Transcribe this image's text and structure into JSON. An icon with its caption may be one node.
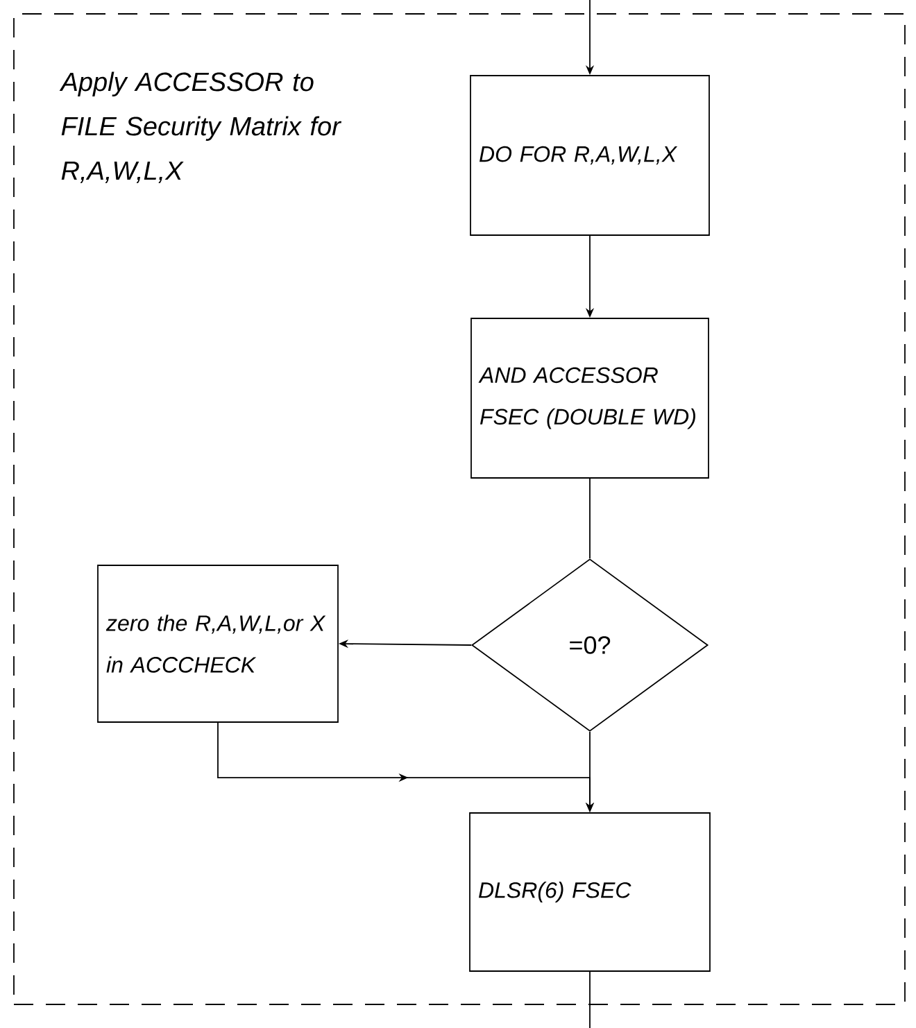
{
  "diagram": {
    "nodes": [
      {
        "text": [
          "Apply ACCESSOR to FILE Security Matrix for R,A,W,L,X"
        ]
      },
      {
        "text": [
          "DO FOR R,A,W,L,X"
        ],
        "in": 0
      },
      {
        "text": [
          "AND ACCESSOR FSEC (DOUBLE WD)"
        ],
        "in": 0
      },
      {
        "text": [
          "=0?"
        ],
        "in": 0
      },
      {
        "text": [
          "zero the R,A,W,L,or X in ACCCHECK"
        ],
        "in": 0
      },
      {
        "text": [
          "DLSR(6) FSEC"
        ],
        "in": 0
      }
    ],
    "edges": [
      {
        "from": null,
        "to": 1,
        "arrow": "to"
      },
      {
        "from": 1,
        "to": 2,
        "arrow": "to"
      },
      {
        "from": 2,
        "to": 3,
        "arrow": "none"
      },
      {
        "from": 3,
        "to": 4,
        "arrow": "to"
      },
      {
        "from": 4,
        "to": 5,
        "arrow": "to"
      },
      {
        "from": 3,
        "to": 5,
        "arrow": "to"
      },
      {
        "from": 5,
        "to": null,
        "arrow": "none"
      }
    ]
  }
}
